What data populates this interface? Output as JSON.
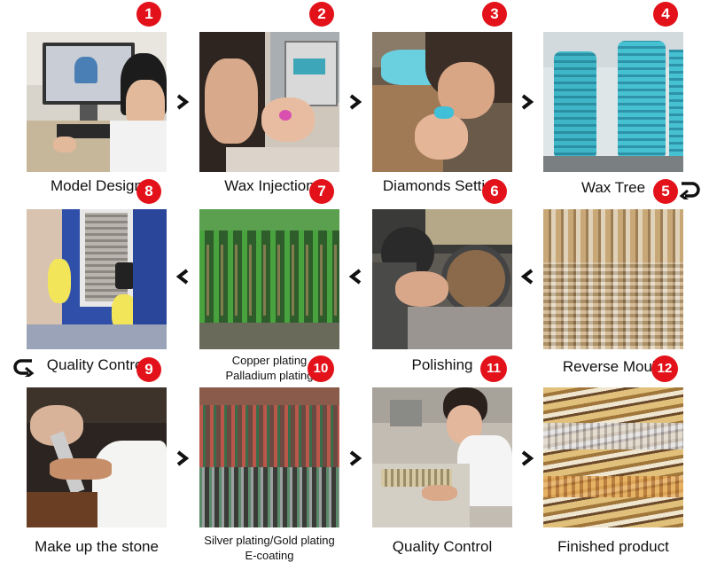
{
  "steps": [
    {
      "number": "1",
      "label": "Model Design"
    },
    {
      "number": "2",
      "label": "Wax Injection"
    },
    {
      "number": "3",
      "label": "Diamonds Setting"
    },
    {
      "number": "4",
      "label": "Wax Tree"
    },
    {
      "number": "5",
      "label": "Reverse Mould"
    },
    {
      "number": "6",
      "label": "Polishing"
    },
    {
      "number": "7",
      "label_line1": "Copper plating",
      "label_line2": "Palladium plating"
    },
    {
      "number": "8",
      "label": "Quality  Control"
    },
    {
      "number": "9",
      "label": "Make up the stone"
    },
    {
      "number": "10",
      "label_line1": "Silver plating/Gold plating",
      "label_line2": "E-coating"
    },
    {
      "number": "11",
      "label": "Quality Control"
    },
    {
      "number": "12",
      "label": "Finished product"
    }
  ],
  "icons": {
    "arrow_right": "chevron-right-icon",
    "arrow_left": "chevron-left-icon",
    "turn": "u-turn-arrow-icon"
  },
  "colors": {
    "badge": "#e3121a",
    "text": "#111111",
    "arrow": "#111111"
  }
}
